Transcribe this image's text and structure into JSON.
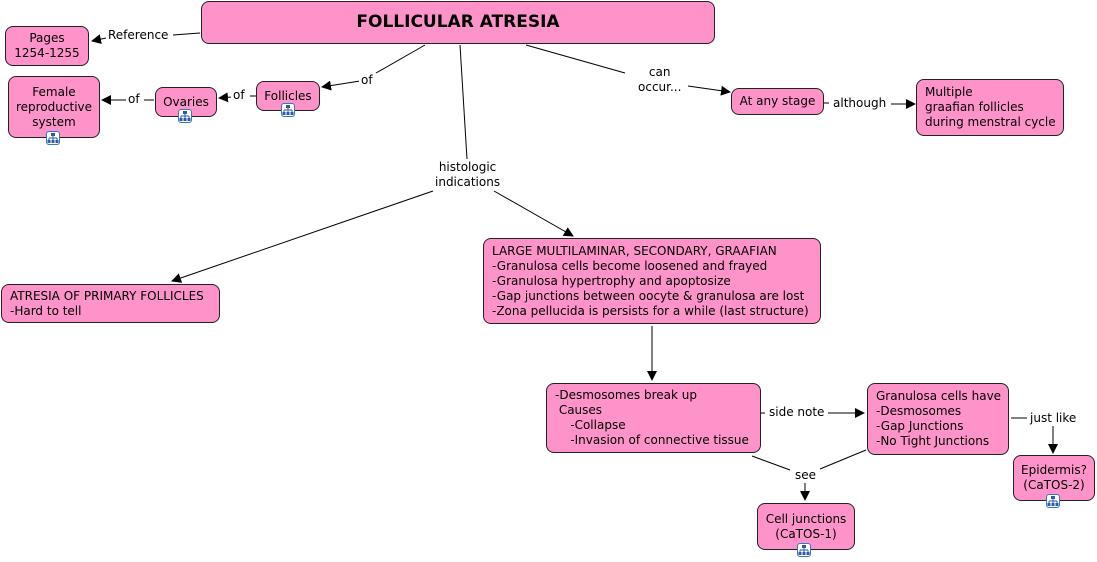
{
  "concept_map": {
    "title": "FOLLICULAR ATRESIA",
    "nodes": {
      "pages": [
        "Pages",
        "1254-1255"
      ],
      "female_reproductive_system": [
        "Female",
        "reproductive",
        "system"
      ],
      "ovaries": [
        "Ovaries"
      ],
      "follicles": [
        "Follicles"
      ],
      "at_any_stage": [
        "At any stage"
      ],
      "multiple_graafian": [
        "Multiple",
        "graafian follicles",
        "during menstral cycle"
      ],
      "primary_follicles": [
        "ATRESIA OF PRIMARY FOLLICLES",
        "-Hard to tell"
      ],
      "large_multilaminar": [
        "LARGE MULTILAMINAR, SECONDARY, GRAAFIAN",
        "-Granulosa cells become loosened and frayed",
        "-Granulosa hypertrophy and apoptosize",
        "-Gap junctions between oocyte & granulosa are lost",
        "-Zona pellucida is persists for a while (last structure)"
      ],
      "desmosomes": [
        "-Desmosomes break up",
        " Causes",
        "    -Collapse",
        "    -Invasion of connective tissue"
      ],
      "granulosa_cells_have": [
        "Granulosa cells have",
        "-Desmosomes",
        "-Gap Junctions",
        "-No Tight Junctions"
      ],
      "epidermis": [
        "Epidermis?",
        "(CaTOS-2)"
      ],
      "cell_junctions": [
        "Cell junctions",
        "(CaTOS-1)"
      ]
    },
    "link_labels": {
      "reference": "Reference",
      "of_follicles": "of",
      "of_ovaries": "of",
      "of_female": "of",
      "can_occur": [
        "can",
        "occur..."
      ],
      "although": "although",
      "histologic": [
        "histologic",
        "indications"
      ],
      "side_note": "side note",
      "just_like": "just like",
      "see": "see"
    },
    "submap_icon": "concept-map-submap-icon",
    "colors": {
      "node_fill": "#fe93c9",
      "node_border": "#222222",
      "submap_border": "#3a74c8"
    }
  }
}
